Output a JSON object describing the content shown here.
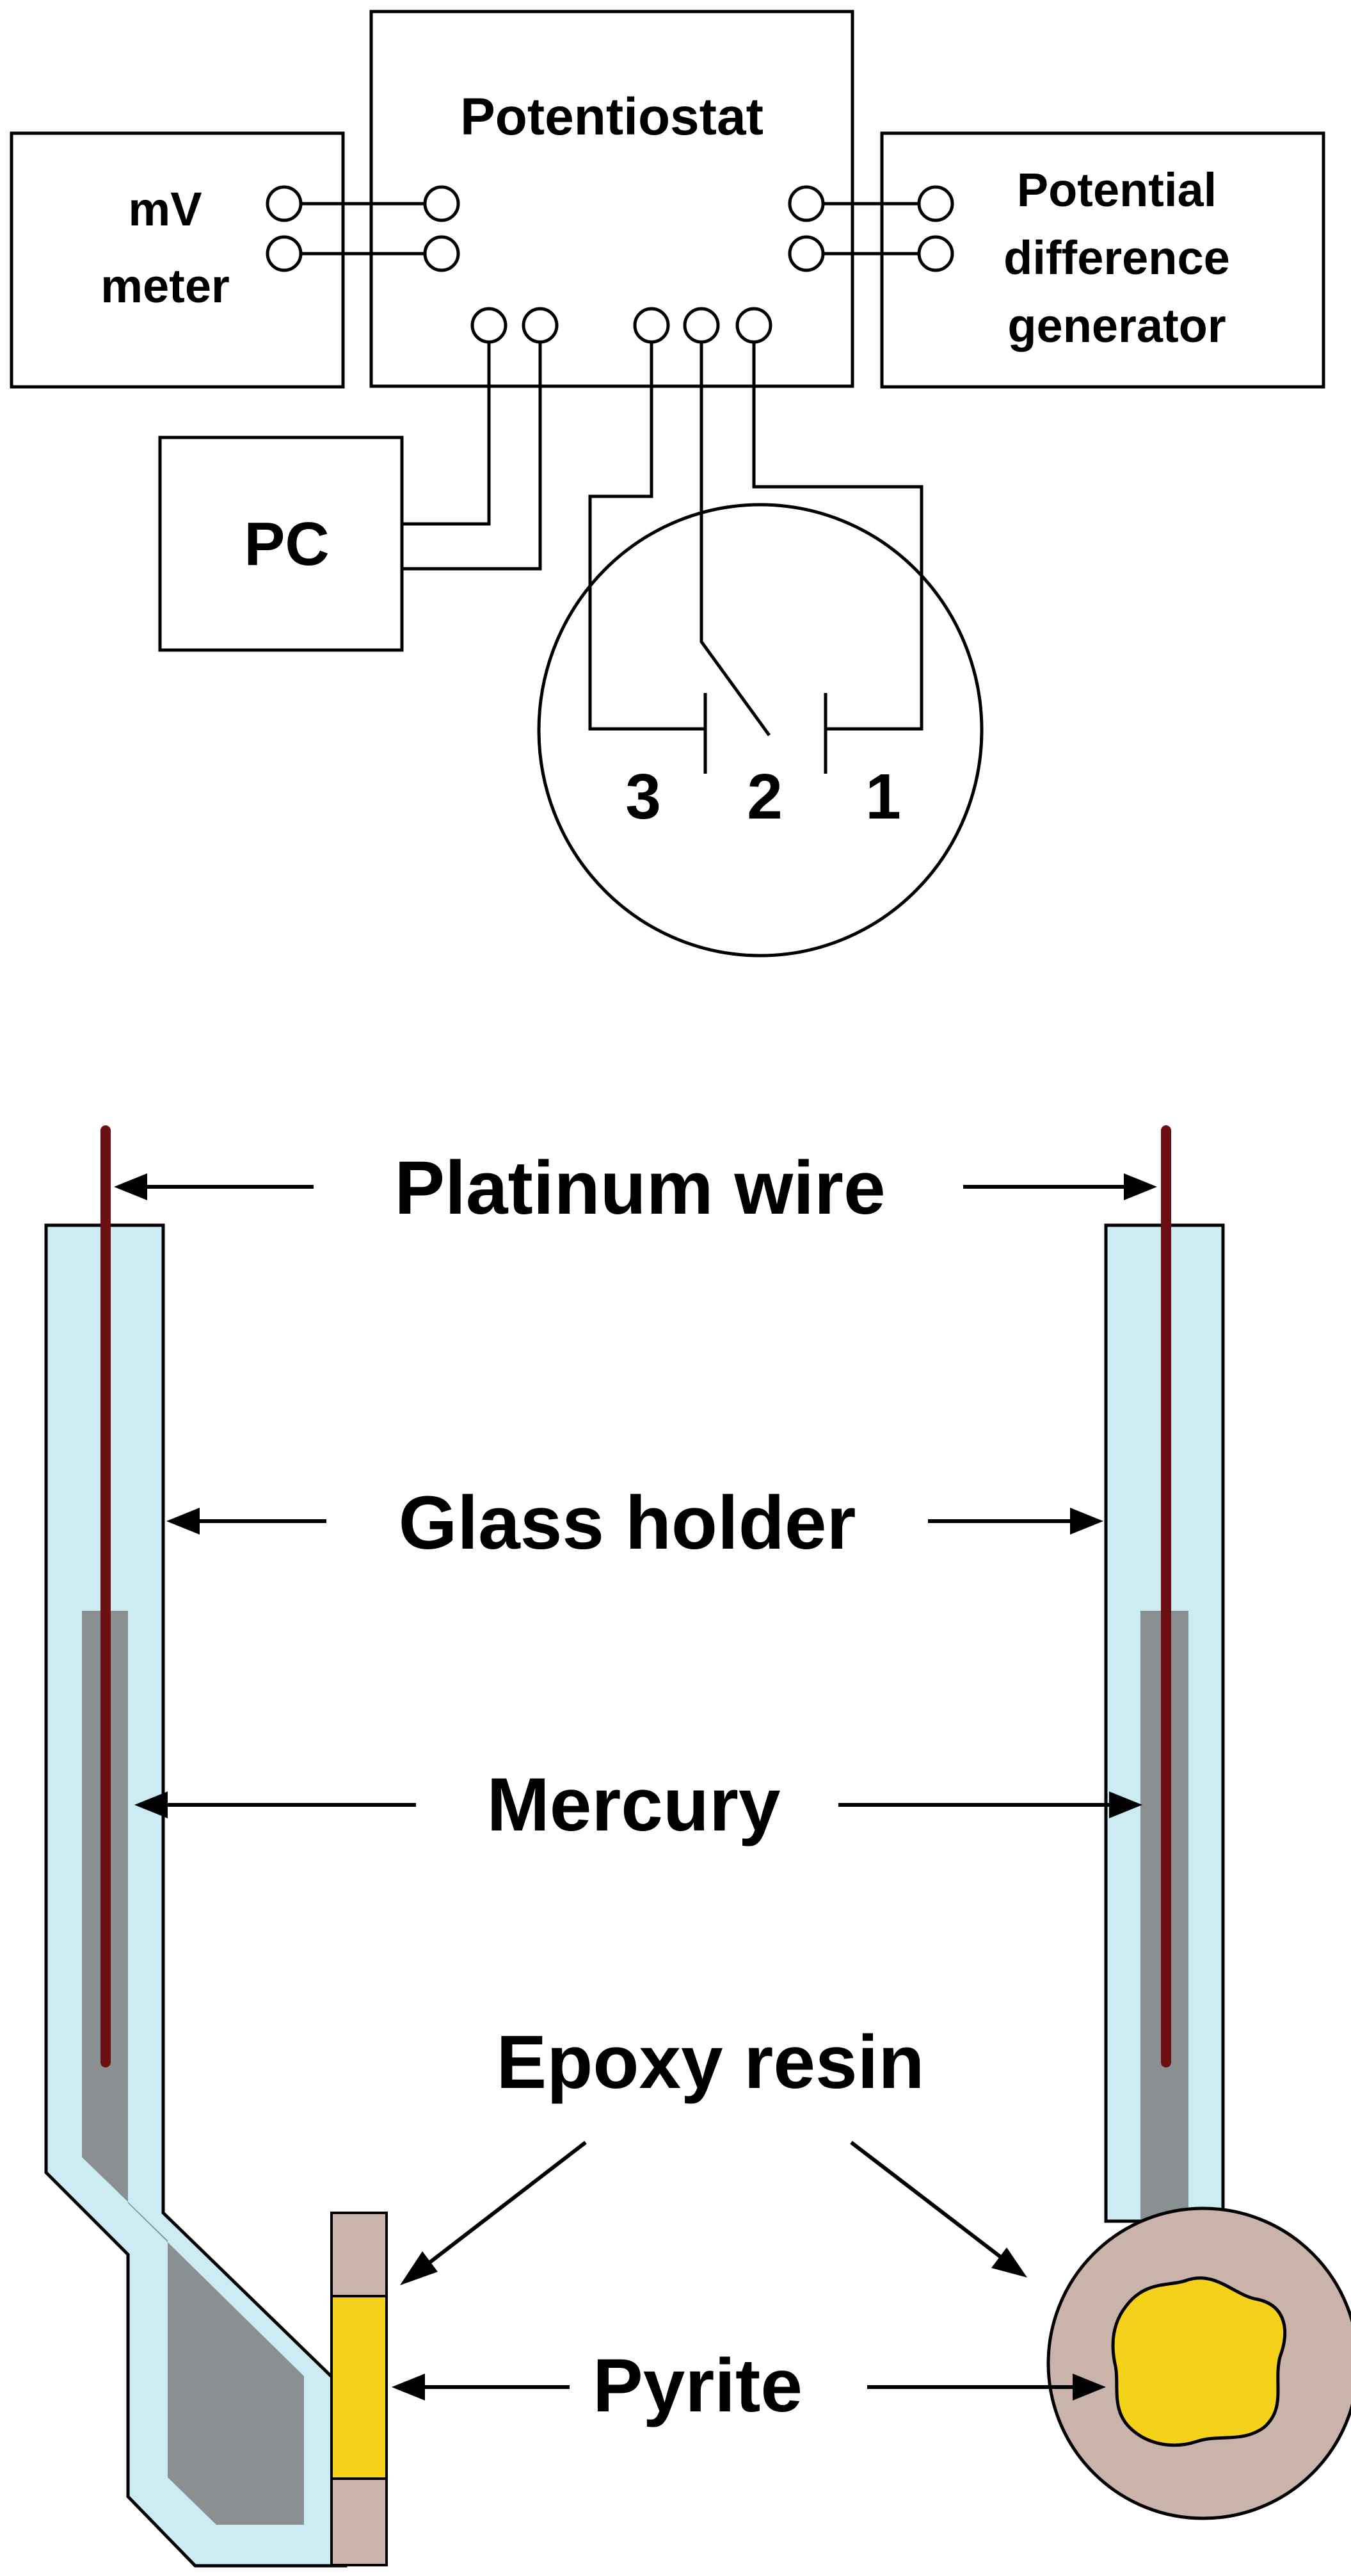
{
  "circuit": {
    "potentiostat_label": "Potentiostat",
    "mv_meter_label_line1": "mV",
    "mv_meter_label_line2": "meter",
    "generator_label_line1": "Potential",
    "generator_label_line2": "difference",
    "generator_label_line3": "generator",
    "pc_label": "PC",
    "electrode_labels": [
      "3",
      "2",
      "1"
    ]
  },
  "electrode": {
    "platinum_wire_label": "Platinum wire",
    "glass_holder_label": "Glass holder",
    "mercury_label": "Mercury",
    "epoxy_resin_label": "Epoxy resin",
    "pyrite_label": "Pyrite"
  },
  "colors": {
    "glass": "#cdebf2",
    "glass_outline": "#000000",
    "mercury": "#8a8f91",
    "platinum": "#6b0f12",
    "epoxy": "#c9b3aa",
    "pyrite": "#f5d21a"
  }
}
